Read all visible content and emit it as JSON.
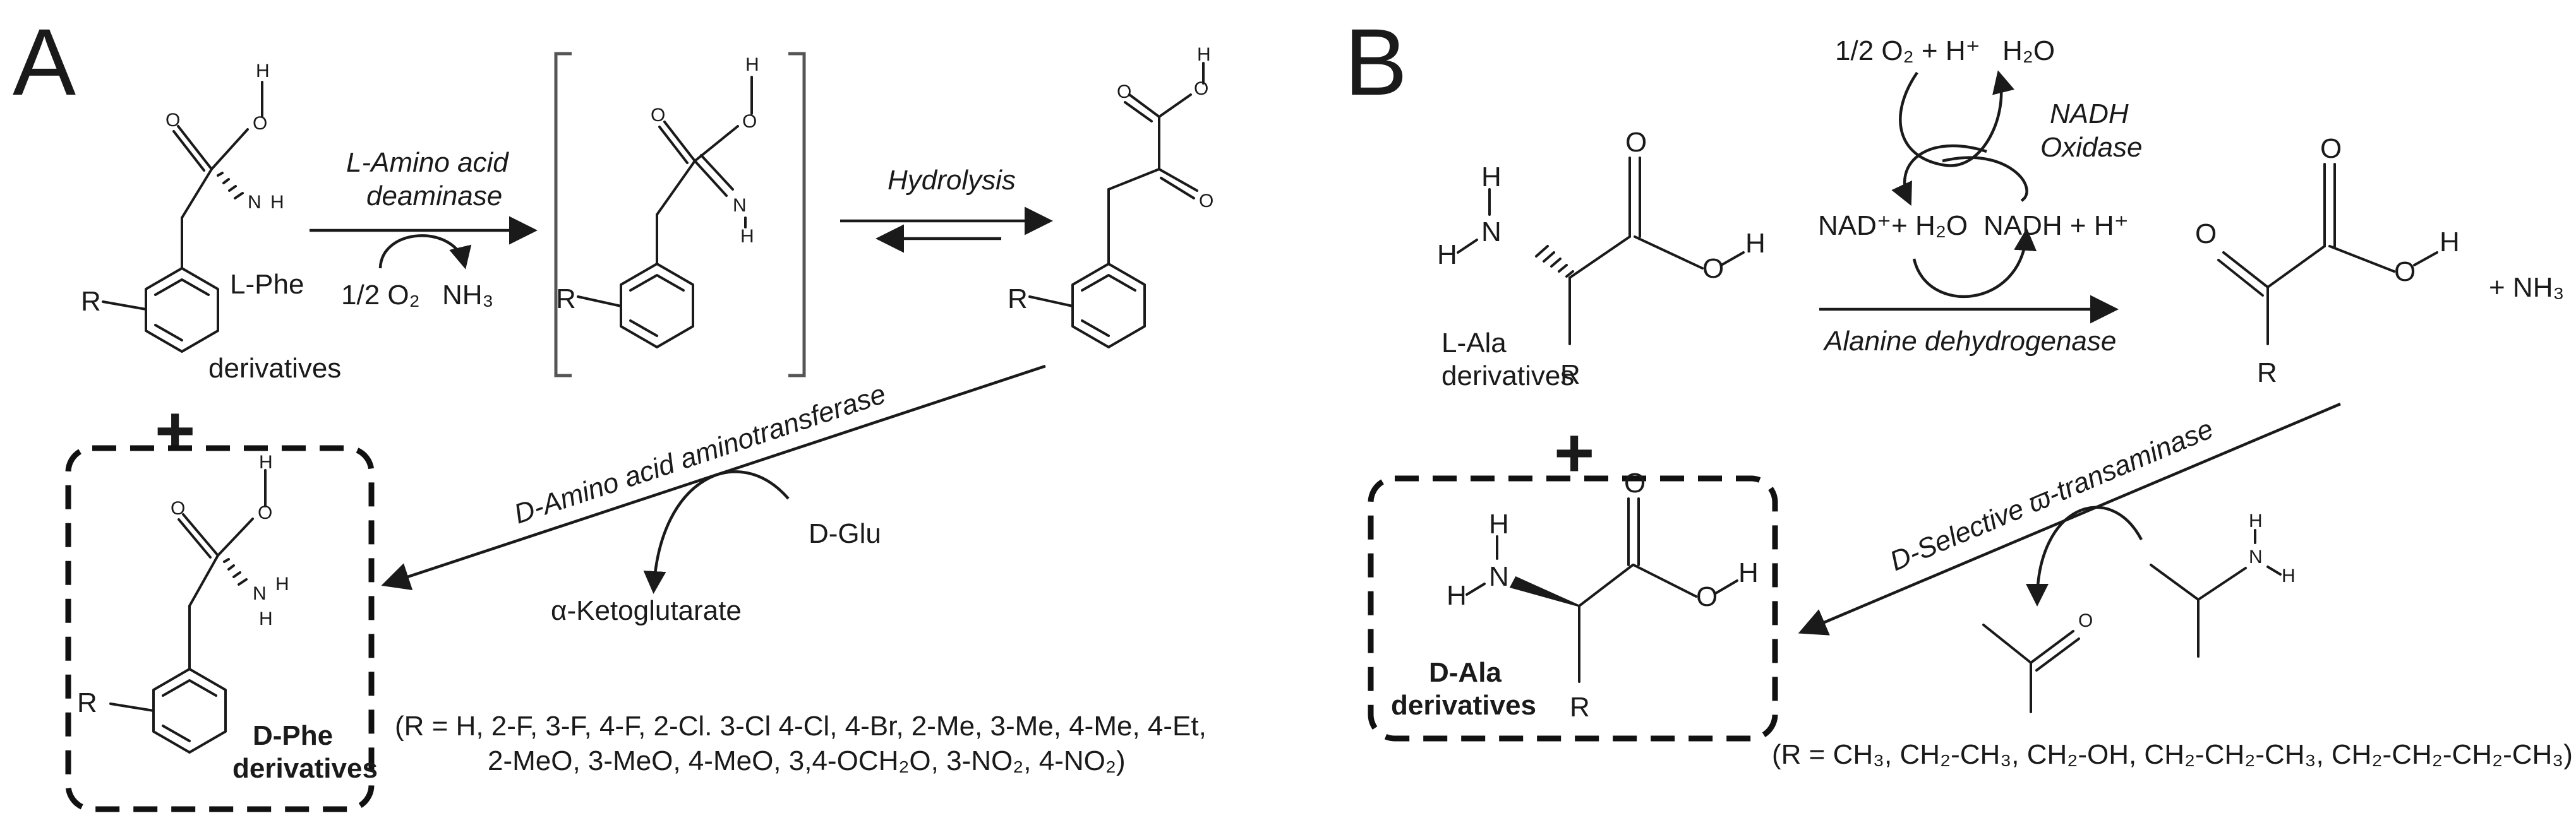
{
  "panels": {
    "A": {
      "letter": "A",
      "enzyme1_line1": "L-Amino acid",
      "enzyme1_line2": "deaminase",
      "cofactor_in": "1/2 O₂",
      "cofactor_out": "NH₃",
      "hydrolysis": "Hydrolysis",
      "substrate_line1": "L-Phe",
      "substrate_line2": "derivatives",
      "enzyme2": "D-Amino acid aminotransferase",
      "amine_donor": "D-Glu",
      "byproduct": "α-Ketoglutarate",
      "plus": "+",
      "product_line1": "D-Phe",
      "product_line2": "derivatives",
      "r_groups_line1": "(R = H, 2-F, 3-F, 4-F, 2-Cl. 3-Cl 4-Cl, 4-Br, 2-Me, 3-Me, 4-Me, 4-Et,",
      "r_groups_line2": "2-MeO, 3-MeO, 4-MeO, 3,4-OCH₂O, 3-NO₂, 4-NO₂)"
    },
    "B": {
      "letter": "B",
      "oxygen_in": "1/2 O₂ + H⁺",
      "water_out": "H₂O",
      "oxidase_line1": "NADH",
      "oxidase_line2": "Oxidase",
      "nad": "NAD⁺+ H₂O",
      "nadh": "NADH + H⁺",
      "dehydrogenase": "Alanine dehydrogenase",
      "ammonia": "+ NH₃",
      "substrate_line1": "L-Ala",
      "substrate_line2": "derivatives",
      "enzyme2": "D-Selective ϖ-transaminase",
      "plus": "+",
      "product_line1": "D-Ala",
      "product_line2": "derivatives",
      "r_groups": "(R = CH₃, CH₂-CH₃, CH₂-OH, CH₂-CH₂-CH₃, CH₂-CH₂-CH₂-CH₃)"
    }
  },
  "atoms": {
    "O": "O",
    "H": "H",
    "N": "N",
    "R": "R"
  }
}
